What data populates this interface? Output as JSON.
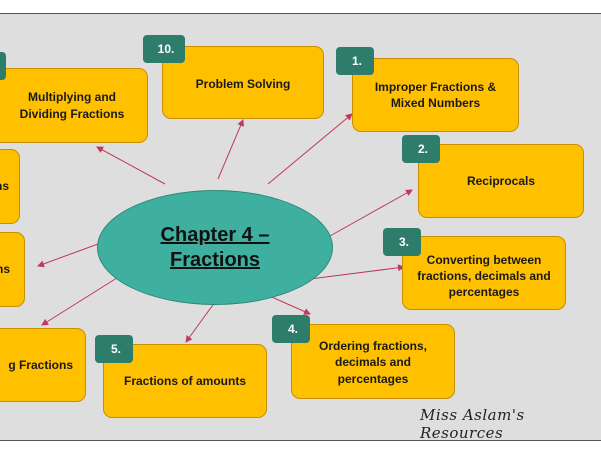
{
  "center_title": "Chapter 4 – Fractions",
  "topics": {
    "multiplying_dividing": {
      "label": "Multiplying and Dividing Fractions",
      "number": ""
    },
    "left_upper": {
      "label": "ns"
    },
    "left_middle": {
      "label": "ns"
    },
    "left_lower": {
      "label": "g Fractions"
    },
    "problem_solving": {
      "label": "Problem Solving",
      "number": "10."
    },
    "improper_fractions": {
      "label": "Improper Fractions & Mixed Numbers",
      "number": "1."
    },
    "reciprocals": {
      "label": "Reciprocals",
      "number": "2."
    },
    "converting": {
      "label": "Converting between fractions, decimals and percentages",
      "number": "3."
    },
    "ordering": {
      "label": "Ordering fractions, decimals and percentages",
      "number": "4."
    },
    "fractions_of_amounts": {
      "label": "Fractions of amounts",
      "number": "5."
    }
  },
  "signature": "Miss Aslam's Resources",
  "colors": {
    "box_fill": "#ffc000",
    "tag_fill": "#2e7d6b",
    "center_fill": "#3fb0a0",
    "arrow": "#c0395a",
    "background": "#dedede"
  }
}
